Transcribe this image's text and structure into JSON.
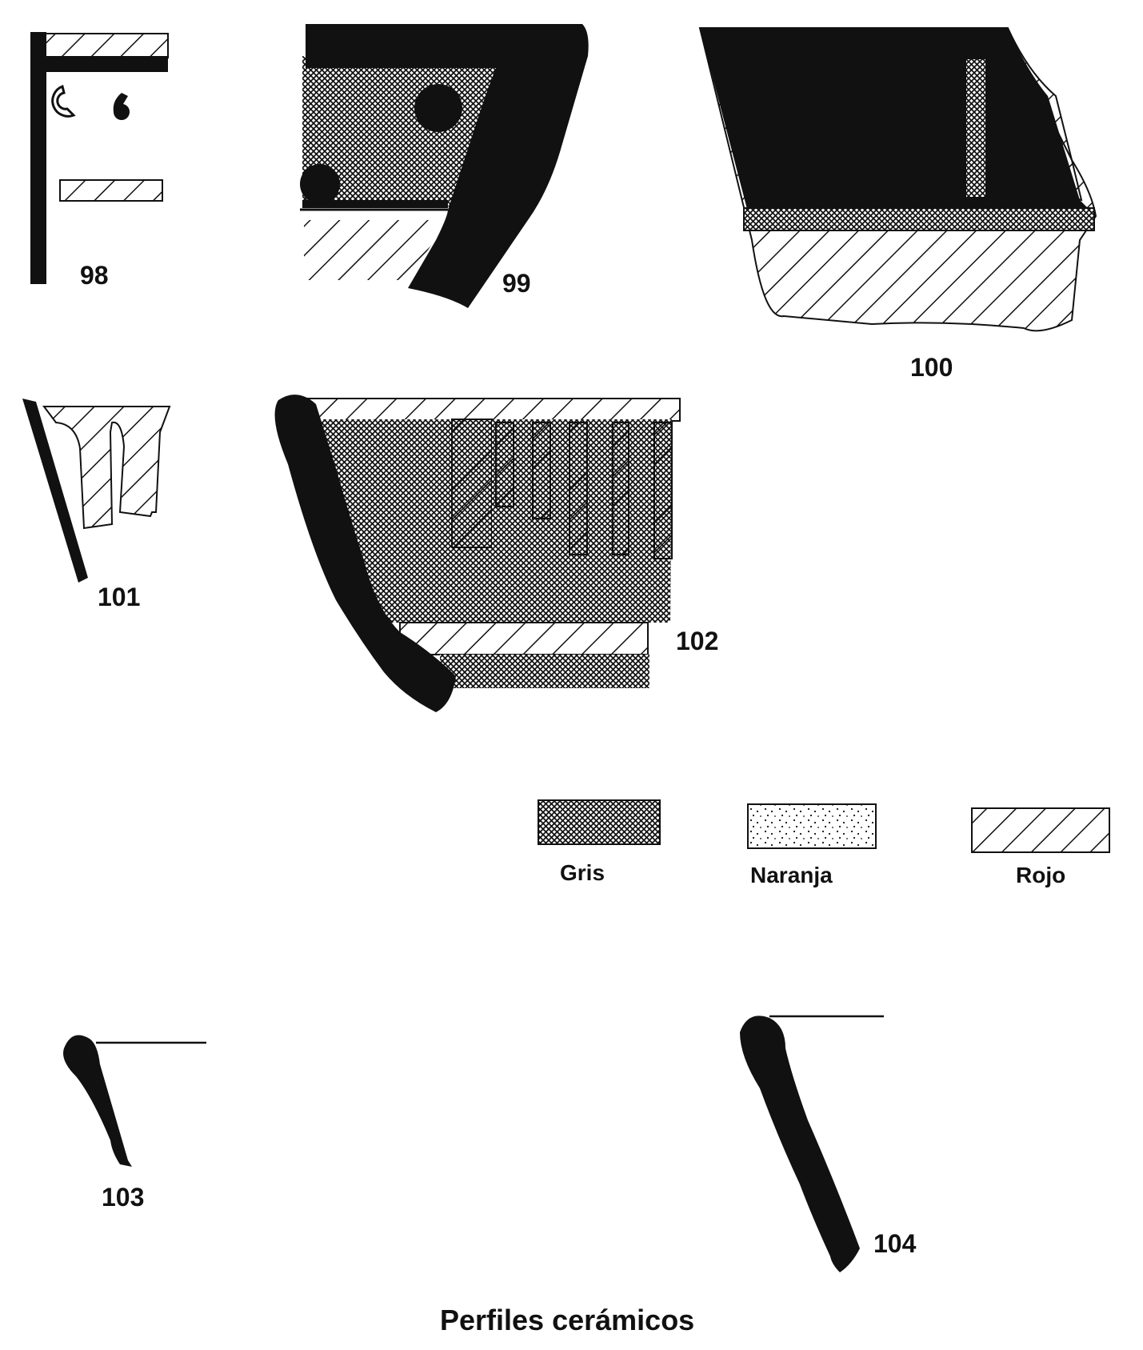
{
  "fragments": [
    {
      "id": "98",
      "label": "98"
    },
    {
      "id": "99",
      "label": "99"
    },
    {
      "id": "100",
      "label": "100"
    },
    {
      "id": "101",
      "label": "101"
    },
    {
      "id": "102",
      "label": "102"
    },
    {
      "id": "103",
      "label": "103"
    },
    {
      "id": "104",
      "label": "104"
    }
  ],
  "legend": [
    {
      "key": "gris",
      "label": "Gris",
      "pattern": "crosshatch"
    },
    {
      "key": "naranja",
      "label": "Naranja",
      "pattern": "dots"
    },
    {
      "key": "rojo",
      "label": "Rojo",
      "pattern": "diagonal"
    }
  ],
  "caption": "Perfiles cerámicos",
  "colors": {
    "ink": "#111111",
    "paper": "#ffffff"
  }
}
